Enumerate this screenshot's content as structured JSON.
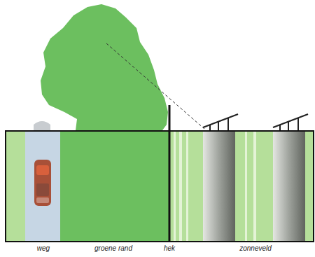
{
  "diagram": {
    "labels": [
      "weg",
      "groene rand",
      "hek",
      "zonneveld"
    ]
  }
}
